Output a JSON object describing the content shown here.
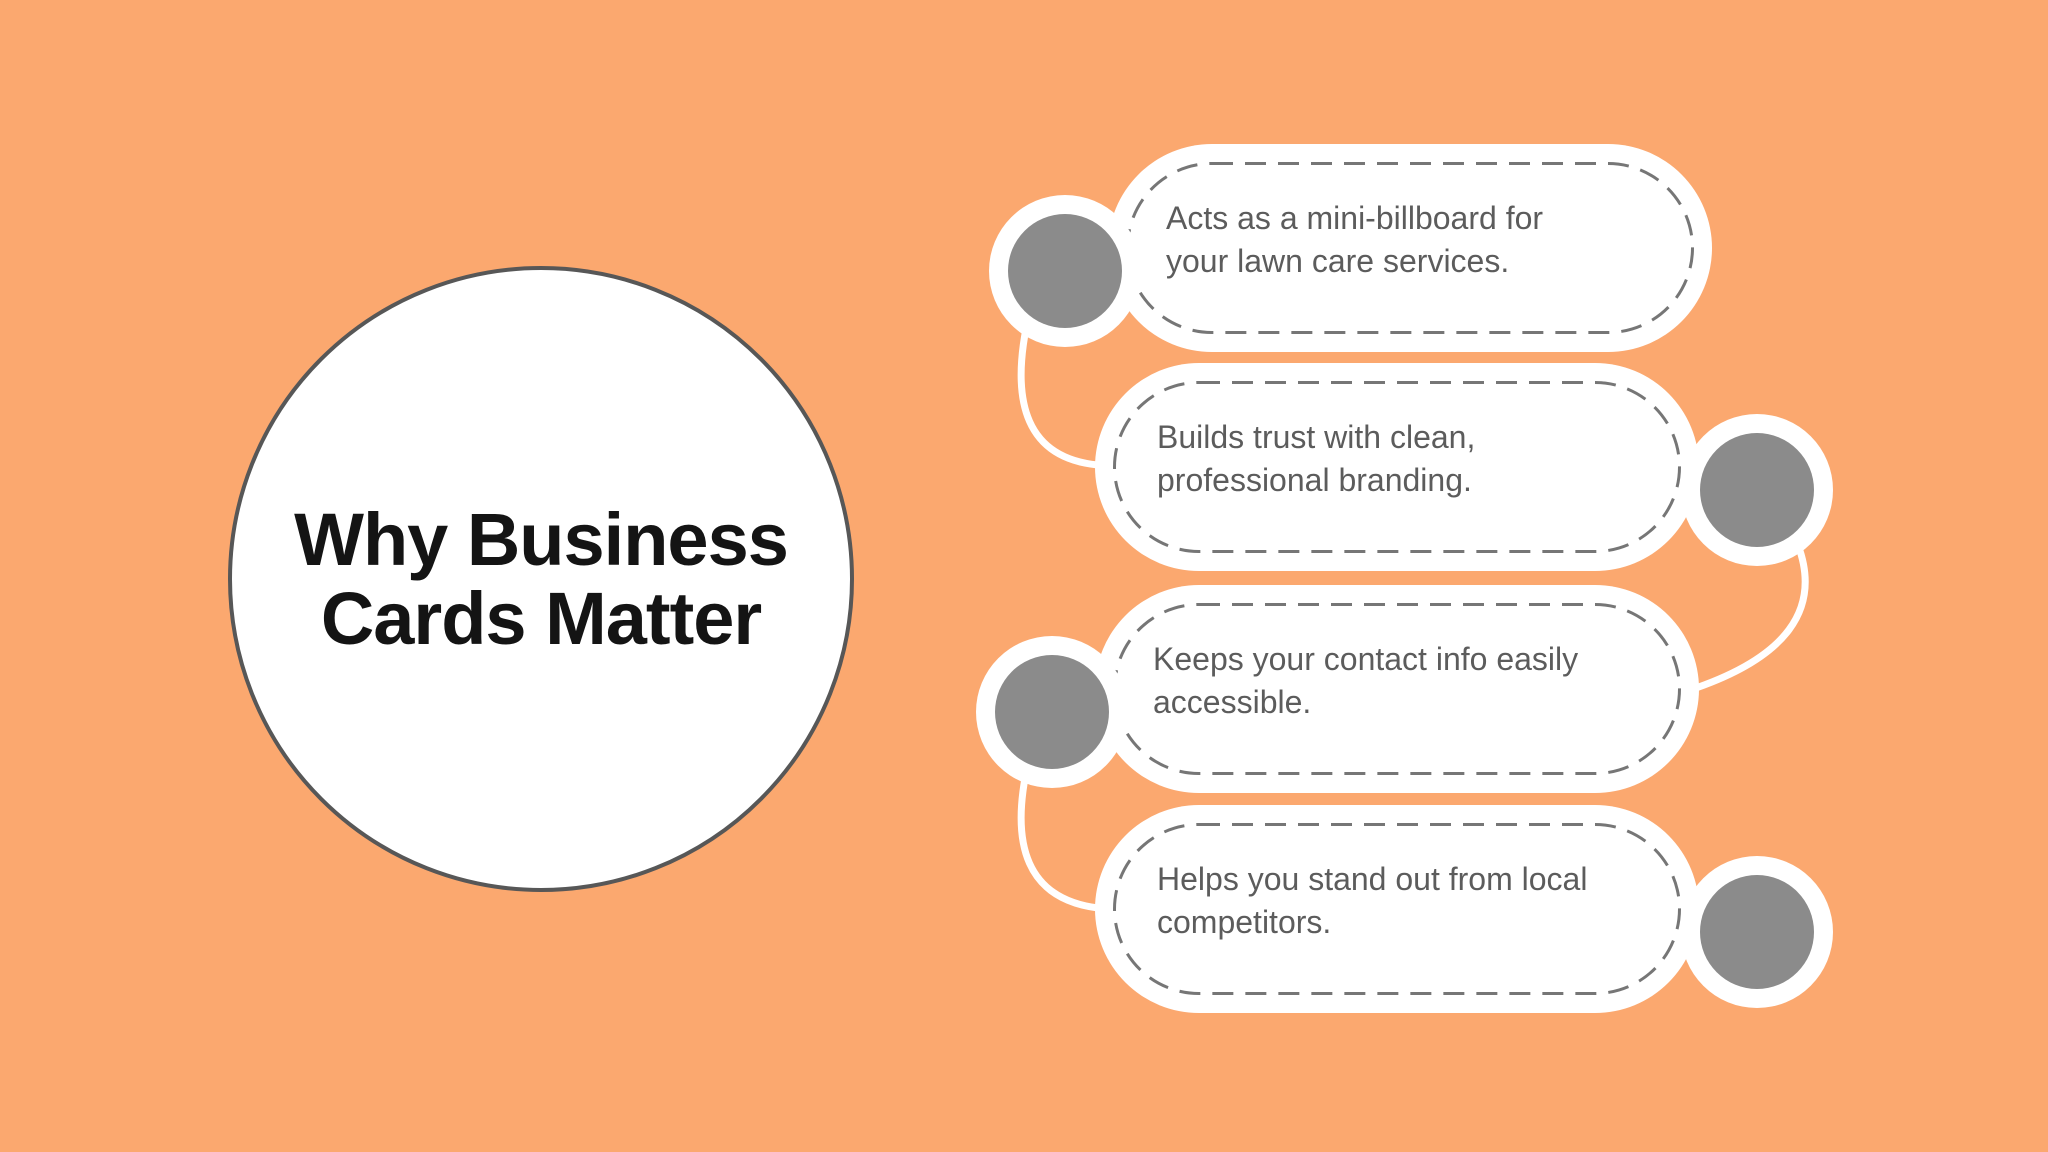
{
  "title": {
    "line1": "Why Business",
    "line2": "Cards Matter"
  },
  "benefits": [
    {
      "text": "Acts as a mini-billboard for your lawn care services.",
      "bullet_side": "left"
    },
    {
      "text": "Builds trust with clean, professional branding.",
      "bullet_side": "right"
    },
    {
      "text": "Keeps your contact info easily accessible.",
      "bullet_side": "left"
    },
    {
      "text": "Helps you stand out from local competitors.",
      "bullet_side": "right"
    }
  ],
  "colors": {
    "background": "#FBA86F",
    "card_fill": "#FFFFFF",
    "dash_border": "#767676",
    "body_text": "#5C5C5C",
    "bullet_fill": "#8B8B8B",
    "title_text": "#141414",
    "title_circle_border": "#575757",
    "connector": "#FFFFFF"
  }
}
